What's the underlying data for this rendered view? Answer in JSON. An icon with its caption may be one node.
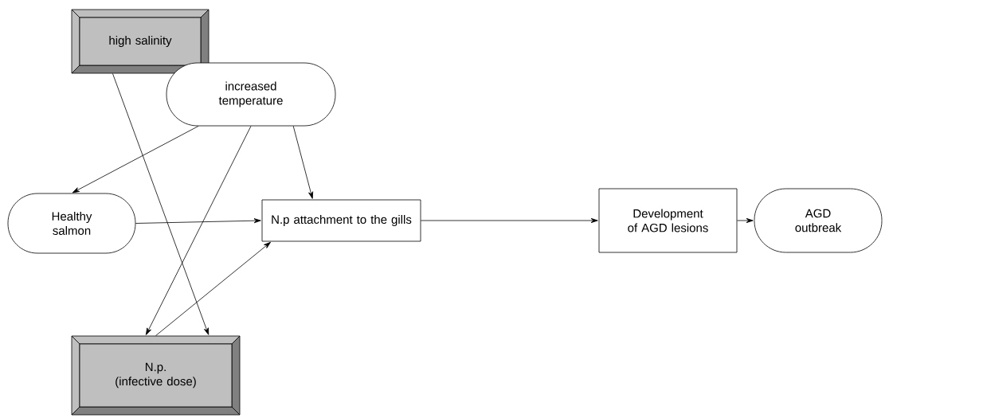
{
  "diagram": {
    "nodes": [
      {
        "text": [
          "high salinity"
        ]
      },
      {
        "text": [
          "increased temperature"
        ]
      },
      {
        "text": [
          "Healthy salmon"
        ]
      },
      {
        "text": [
          "N.p attachment to the gills"
        ]
      },
      {
        "text": [
          "Development of AGD lesions"
        ]
      },
      {
        "text": [
          "AGD outbreak"
        ]
      },
      {
        "text": [
          "N.p.",
          "(infective dose)"
        ]
      }
    ],
    "edges": [
      {
        "from": 1,
        "to": 2,
        "arrow": "to"
      },
      {
        "from": 1,
        "to": 3,
        "arrow": "to"
      },
      {
        "from": 0,
        "to": 6,
        "arrow": "to"
      },
      {
        "from": 1,
        "to": 6,
        "arrow": "to"
      },
      {
        "from": 2,
        "to": 3,
        "arrow": "to"
      },
      {
        "from": 6,
        "to": 3,
        "arrow": "to"
      },
      {
        "from": 3,
        "to": 4,
        "arrow": "to"
      },
      {
        "from": 4,
        "to": 5,
        "arrow": "to"
      }
    ]
  }
}
